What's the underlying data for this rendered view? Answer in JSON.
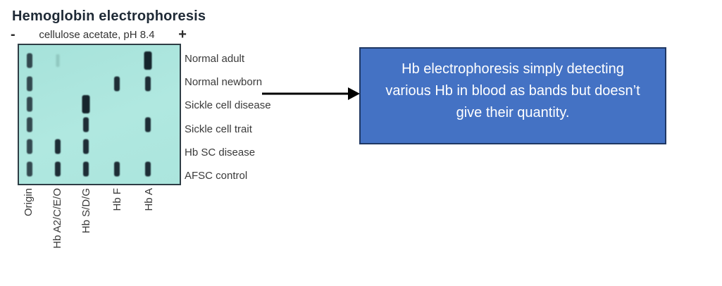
{
  "title": "Hemoglobin electrophoresis",
  "polarity": {
    "negative_sign": "-",
    "subtitle": "cellulose acetate, pH 8.4",
    "positive_sign": "+"
  },
  "gel": {
    "columns": [
      {
        "label": "Origin",
        "x_pct": 6.5
      },
      {
        "label": "Hb A2/C/E/O",
        "x_pct": 24.1
      },
      {
        "label": "Hb S/D/G",
        "x_pct": 41.8
      },
      {
        "label": "Hb F",
        "x_pct": 60.8
      },
      {
        "label": "Hb A",
        "x_pct": 80.2
      }
    ],
    "rows": [
      {
        "label": "Normal adult",
        "y_pct": 11.0,
        "bands": [
          {
            "col": 0,
            "type": "origin"
          },
          {
            "col": 1,
            "type": "faint"
          },
          {
            "col": 4,
            "type": "strong"
          }
        ]
      },
      {
        "label": "Normal newborn",
        "y_pct": 28.0,
        "bands": [
          {
            "col": 0,
            "type": "origin"
          },
          {
            "col": 3,
            "type": "band"
          },
          {
            "col": 4,
            "type": "band"
          }
        ]
      },
      {
        "label": "Sickle cell disease",
        "y_pct": 42.5,
        "bands": [
          {
            "col": 0,
            "type": "origin"
          },
          {
            "col": 2,
            "type": "strong"
          }
        ]
      },
      {
        "label": "Sickle cell trait",
        "y_pct": 57.5,
        "bands": [
          {
            "col": 0,
            "type": "origin"
          },
          {
            "col": 2,
            "type": "band"
          },
          {
            "col": 4,
            "type": "band"
          }
        ]
      },
      {
        "label": "Hb SC disease",
        "y_pct": 73.0,
        "bands": [
          {
            "col": 0,
            "type": "origin"
          },
          {
            "col": 1,
            "type": "band"
          },
          {
            "col": 2,
            "type": "band"
          }
        ]
      },
      {
        "label": "AFSC control",
        "y_pct": 89.5,
        "bands": [
          {
            "col": 0,
            "type": "origin"
          },
          {
            "col": 1,
            "type": "band"
          },
          {
            "col": 2,
            "type": "band"
          },
          {
            "col": 3,
            "type": "band"
          },
          {
            "col": 4,
            "type": "band"
          }
        ]
      }
    ]
  },
  "annotation": {
    "text": "Hb electrophoresis simply detecting various Hb in blood as bands but doesn’t give their quantity."
  },
  "colors": {
    "title_color": "#1f2a36",
    "label_color": "#3a3a3a",
    "gel_bg": "#abe5dd",
    "band_color": "#1e2d36",
    "origin_band_color": "#8cb8b1",
    "box_fill": "#4472c4",
    "box_border": "#1f3864",
    "box_text": "#ffffff",
    "arrow_color": "#000000"
  }
}
